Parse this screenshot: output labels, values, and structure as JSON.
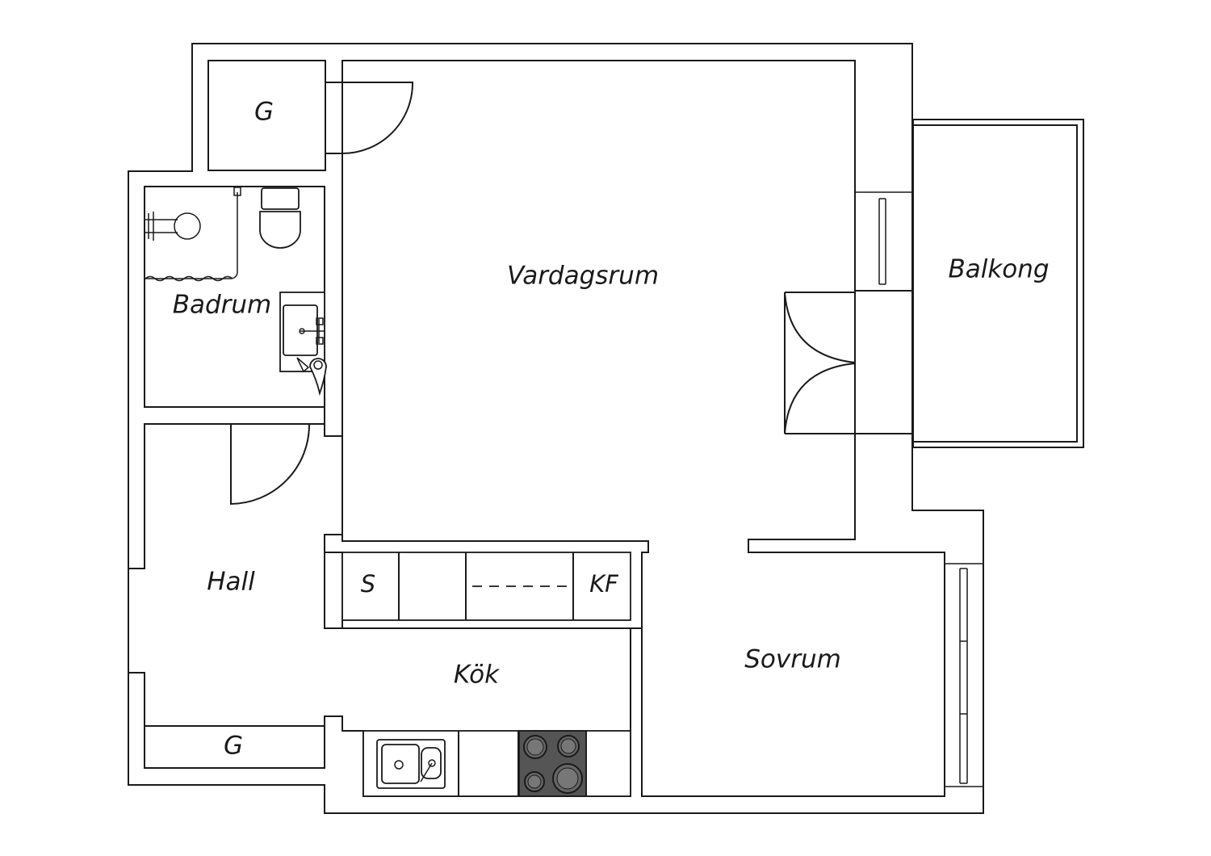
{
  "rooms": {
    "closet_top": "G",
    "bathroom": "Badrum",
    "living_room": "Vardagsrum",
    "balcony": "Balkong",
    "hall": "Hall",
    "kitchen": "Kök",
    "bedroom": "Sovrum",
    "closet_bottom": "G"
  },
  "kitchen_units": {
    "sink_unit": "S",
    "fridge_freezer": "KF"
  },
  "colors": {
    "line": "#1a1a1a",
    "background": "#ffffff",
    "stove": "#555555"
  }
}
